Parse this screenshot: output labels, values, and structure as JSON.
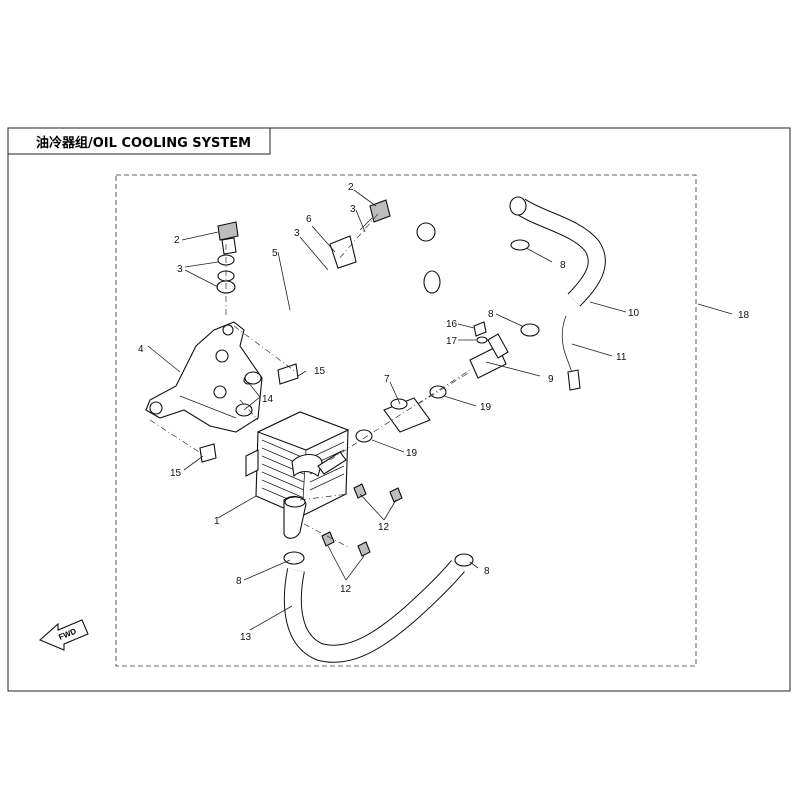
{
  "title": "油冷器组/OIL COOLING SYSTEM",
  "fwd_label": "FWD",
  "callouts": [
    {
      "id": "c1",
      "text": "1"
    },
    {
      "id": "c2a",
      "text": "2"
    },
    {
      "id": "c2b",
      "text": "2"
    },
    {
      "id": "c3a",
      "text": "3"
    },
    {
      "id": "c3b",
      "text": "3"
    },
    {
      "id": "c3c",
      "text": "3"
    },
    {
      "id": "c4",
      "text": "4"
    },
    {
      "id": "c5",
      "text": "5"
    },
    {
      "id": "c6",
      "text": "6"
    },
    {
      "id": "c7",
      "text": "7"
    },
    {
      "id": "c8a",
      "text": "8"
    },
    {
      "id": "c8b",
      "text": "8"
    },
    {
      "id": "c8c",
      "text": "8"
    },
    {
      "id": "c8d",
      "text": "8"
    },
    {
      "id": "c9",
      "text": "9"
    },
    {
      "id": "c10",
      "text": "10"
    },
    {
      "id": "c11",
      "text": "11"
    },
    {
      "id": "c12a",
      "text": "12"
    },
    {
      "id": "c12b",
      "text": "12"
    },
    {
      "id": "c13",
      "text": "13"
    },
    {
      "id": "c14",
      "text": "14"
    },
    {
      "id": "c15a",
      "text": "15"
    },
    {
      "id": "c15b",
      "text": "15"
    },
    {
      "id": "c16",
      "text": "16"
    },
    {
      "id": "c17",
      "text": "17"
    },
    {
      "id": "c18",
      "text": "18"
    },
    {
      "id": "c19a",
      "text": "19"
    },
    {
      "id": "c19b",
      "text": "19"
    }
  ]
}
